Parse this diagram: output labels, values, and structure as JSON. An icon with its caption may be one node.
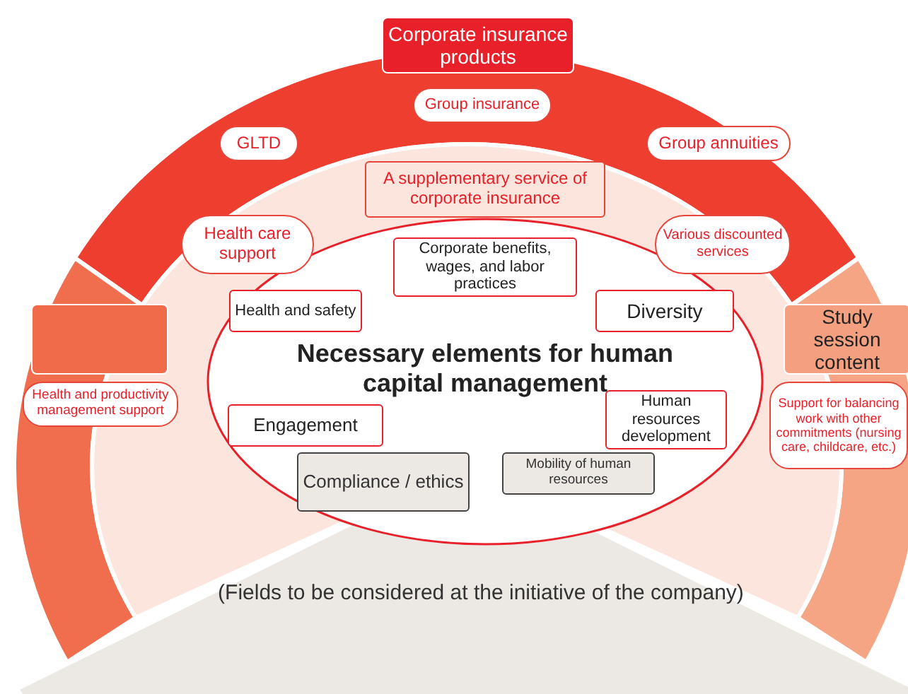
{
  "diagram": {
    "nodes": [
      {
        "text": [
          "Corporate insurance products"
        ]
      },
      {
        "text": [
          "Group insurance"
        ],
        "in": 0
      },
      {
        "text": [
          "GLTD"
        ],
        "in": 0
      },
      {
        "text": [
          "Group annuities"
        ],
        "in": 0
      },
      {
        "text": [
          "A supplementary service of corporate insurance"
        ]
      },
      {
        "text": [
          "Health care support"
        ],
        "in": 4
      },
      {
        "text": [
          "Various discounted services"
        ],
        "in": 4
      },
      {
        "text": [],
        "shape": "band"
      },
      {
        "text": [],
        "shape": "box",
        "in": 7
      },
      {
        "text": [
          "Health and productivity management support"
        ]
      },
      {
        "text": [
          "Study session content"
        ]
      },
      {
        "text": [
          "Support for balancing work with other commitments (nursing care, childcare, etc.)"
        ],
        "in": 10
      },
      {
        "text": [
          "(Fields to be considered at the initiative of the company)"
        ]
      },
      {
        "text": [
          "Necessary elements for human capital management"
        ],
        "in": 4
      },
      {
        "text": [
          "Corporate benefits, wages, and labor practices"
        ],
        "in": 13
      },
      {
        "text": [
          "Health and safety"
        ],
        "in": 13
      },
      {
        "text": [
          "Diversity"
        ],
        "in": 13
      },
      {
        "text": [
          "Engagement"
        ],
        "in": 13
      },
      {
        "text": [
          "Human resources development"
        ],
        "in": 13
      },
      {
        "text": [
          "Compliance / ethics"
        ],
        "in": 13
      },
      {
        "text": [
          "Mobility of human resources"
        ],
        "in": 13
      }
    ],
    "edges": []
  }
}
